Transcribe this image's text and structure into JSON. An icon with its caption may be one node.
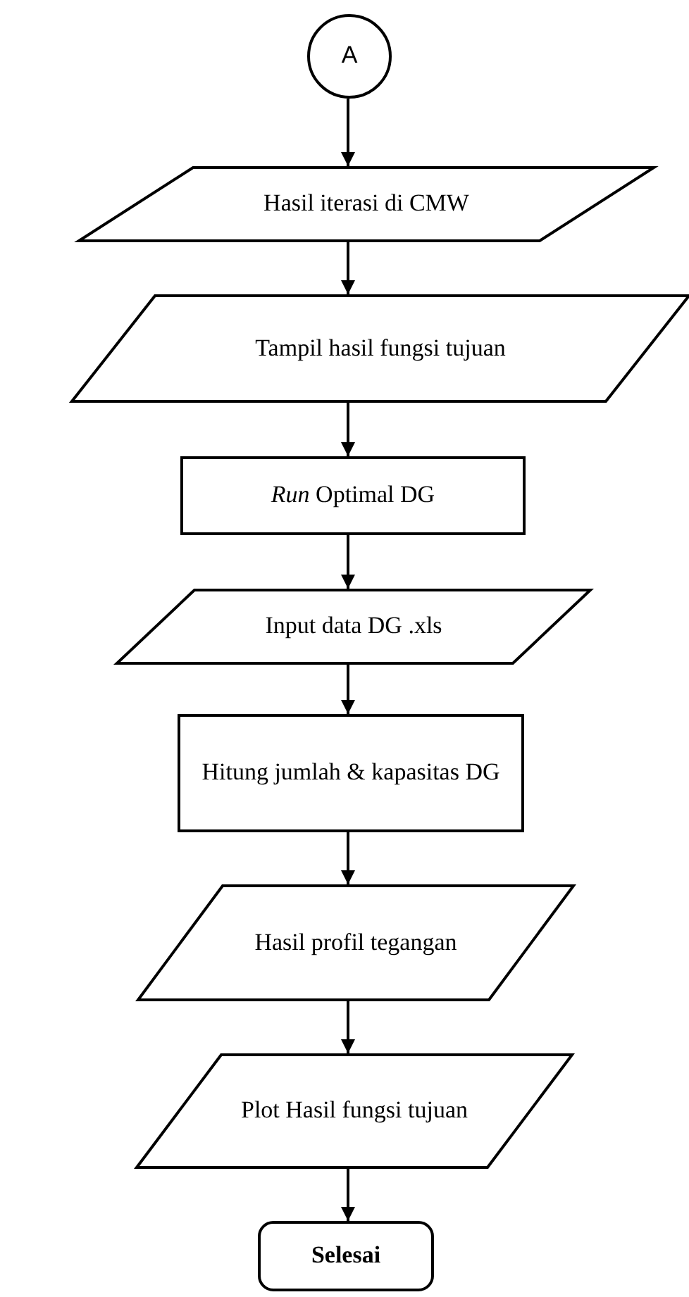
{
  "diagram": {
    "nodes": [
      {
        "text": [
          "A"
        ]
      },
      {
        "text": [
          "Hasil iterasi di CMW"
        ]
      },
      {
        "text": [
          "Tampil hasil fungsi tujuan"
        ]
      },
      {
        "text": [
          "*Run* Optimal DG"
        ]
      },
      {
        "text": [
          "Input data DG .xls"
        ]
      },
      {
        "text": [
          "Hitung jumlah & kapasitas DG"
        ]
      },
      {
        "text": [
          "Hasil profil tegangan"
        ]
      },
      {
        "text": [
          "Plot Hasil fungsi tujuan"
        ]
      },
      {
        "text": [
          "Selesai"
        ]
      }
    ],
    "edges": [
      {
        "from": 0,
        "to": 1,
        "arrow": "to"
      },
      {
        "from": 1,
        "to": 2,
        "arrow": "to"
      },
      {
        "from": 2,
        "to": 3,
        "arrow": "to"
      },
      {
        "from": 3,
        "to": 4,
        "arrow": "to"
      },
      {
        "from": 4,
        "to": 5,
        "arrow": "to"
      },
      {
        "from": 5,
        "to": 6,
        "arrow": "to"
      },
      {
        "from": 6,
        "to": 7,
        "arrow": "to"
      },
      {
        "from": 7,
        "to": 8,
        "arrow": "to"
      }
    ]
  }
}
